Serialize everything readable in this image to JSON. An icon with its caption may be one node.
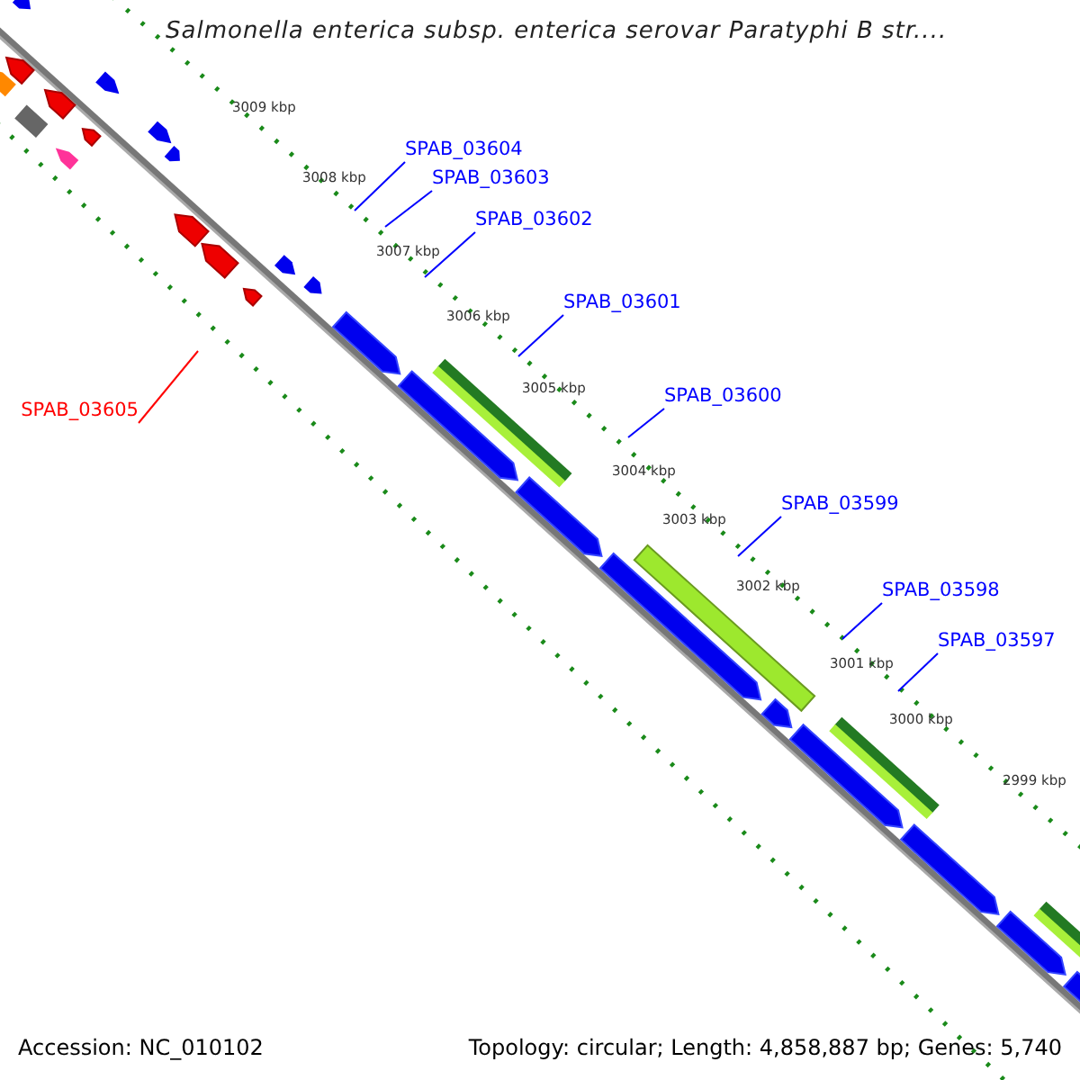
{
  "diagram": {
    "title": "Salmonella enterica subsp. enterica serovar Paratyphi B str....",
    "nodes": [
      {
        "text": [
          "SPAB_03604"
        ]
      },
      {
        "text": [
          "SPAB_03603"
        ]
      },
      {
        "text": [
          "SPAB_03602"
        ]
      },
      {
        "text": [
          "SPAB_03601"
        ]
      },
      {
        "text": [
          "SPAB_03600"
        ]
      },
      {
        "text": [
          "SPAB_03605"
        ]
      },
      {
        "text": [
          "SPAB_03599"
        ]
      },
      {
        "text": [
          "SPAB_03598"
        ]
      },
      {
        "text": [
          "SPAB_03597"
        ]
      }
    ],
    "edges": [
      {
        "from": 0,
        "to": null,
        "arrow": "none"
      },
      {
        "from": 1,
        "to": null,
        "arrow": "none"
      },
      {
        "from": 2,
        "to": null,
        "arrow": "none"
      },
      {
        "from": 3,
        "to": null,
        "arrow": "none"
      },
      {
        "from": 4,
        "to": null,
        "arrow": "none"
      },
      {
        "from": 5,
        "to": null,
        "arrow": "none",
        "color": "#ff0000"
      },
      {
        "from": 6,
        "to": null,
        "arrow": "none"
      },
      {
        "from": 7,
        "to": null,
        "arrow": "none"
      },
      {
        "from": 8,
        "to": null,
        "arrow": "none"
      }
    ],
    "labels": [
      "3009 kbp",
      "3008 kbp",
      "3007 kbp",
      "3006 kbp",
      "3005 kbp",
      "3004 kbp",
      "3003 kbp",
      "3002 kbp",
      "3001 kbp",
      "3000 kbp",
      "2999 kbp",
      "Accession: NC_010102",
      "Topology: circular; Length: 4,858,887 bp; Genes: 5,740"
    ]
  }
}
